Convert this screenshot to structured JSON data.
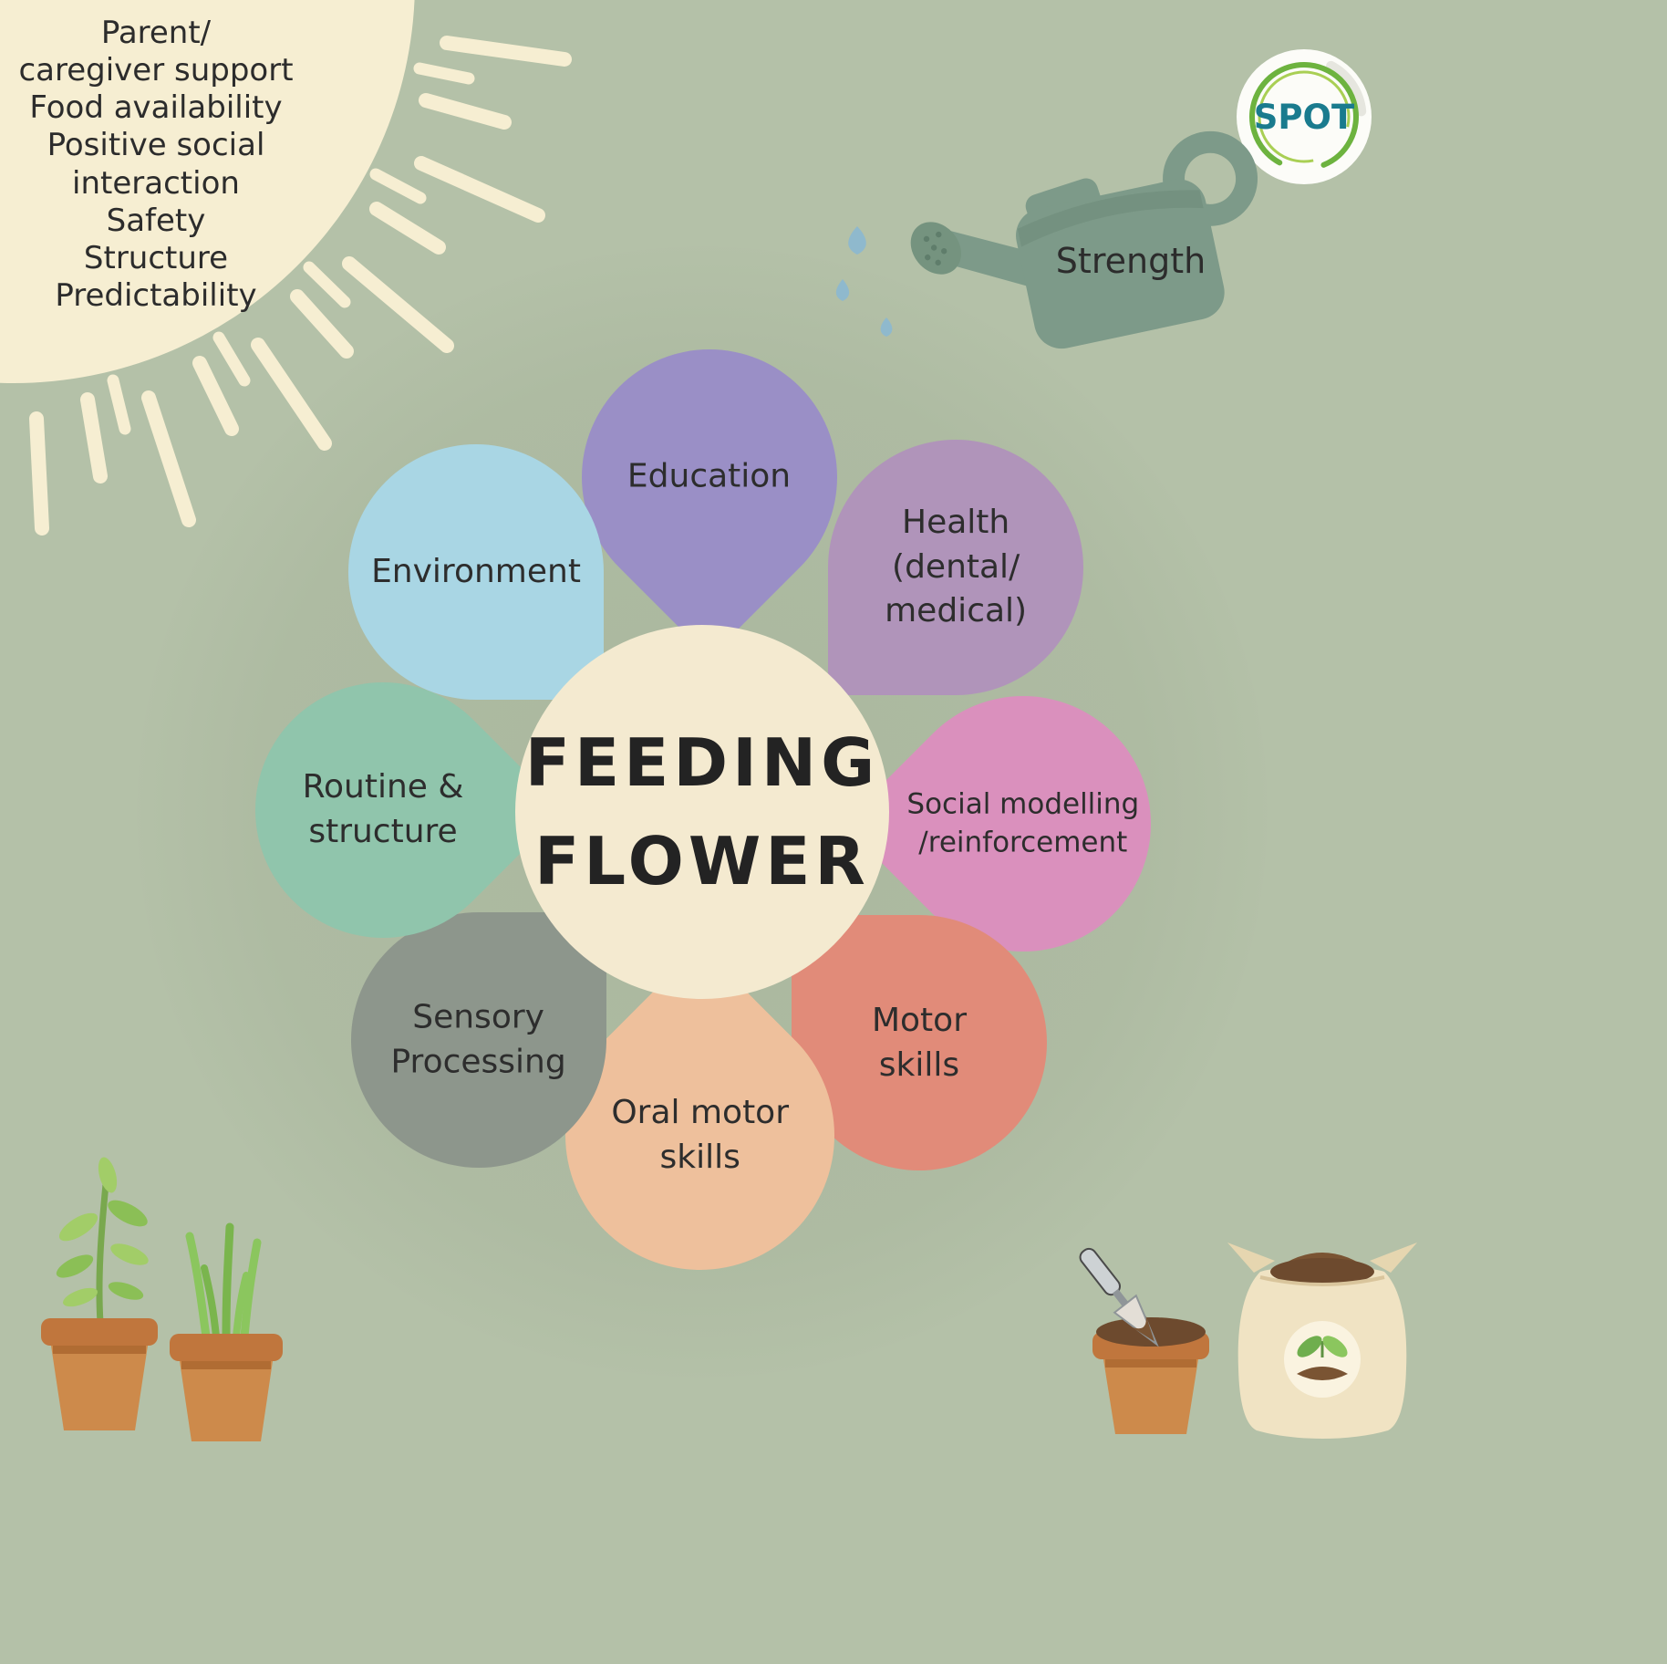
{
  "colors": {
    "background": "#b4c1a8",
    "sun": "#f6eed2",
    "text": "#2d2d2d",
    "watering_can": "#7d9a89",
    "water_drop": "#8fb9cd",
    "logo_ring_green": "#6db33f",
    "logo_text_teal": "#1a7b8e",
    "pot_terracotta": "#cd8a4b",
    "soil_brown": "#6d4a2e",
    "leaf_green": "#9fcd68"
  },
  "sun": {
    "text": "Parent/\ncaregiver support\nFood availability\nPositive social\ninteraction\nSafety\nStructure\nPredictability"
  },
  "logo": {
    "text": "SPOT"
  },
  "watering_can": {
    "label": "Strength"
  },
  "flower": {
    "title": "FEEDING\nFLOWER",
    "center_color": "#f4ead0",
    "petals": [
      {
        "id": "education",
        "label": "Education",
        "color": "#9a8fc6"
      },
      {
        "id": "health",
        "label": "Health\n(dental/\nmedical)",
        "color": "#b094ba"
      },
      {
        "id": "social-modelling",
        "label": "Social modelling\n/reinforcement",
        "color": "#da90bd"
      },
      {
        "id": "motor-skills",
        "label": "Motor\nskills",
        "color": "#e18b79"
      },
      {
        "id": "oral-motor-skills",
        "label": "Oral motor\nskills",
        "color": "#eec09c"
      },
      {
        "id": "sensory-processing",
        "label": "Sensory\nProcessing",
        "color": "#8d968c"
      },
      {
        "id": "routine-structure",
        "label": "Routine &\nstructure",
        "color": "#90c5ac"
      },
      {
        "id": "environment",
        "label": "Environment",
        "color": "#a9d6e4"
      }
    ]
  }
}
